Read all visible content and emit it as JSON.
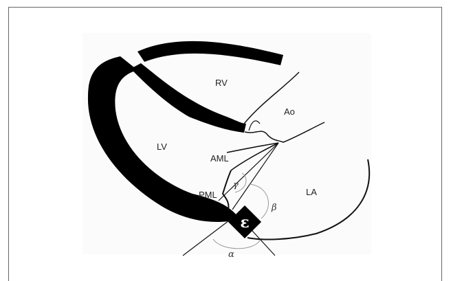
{
  "labels": {
    "rv": "RV",
    "ao": "Ao",
    "lv": "LV",
    "aml": "AML",
    "pml": "PML",
    "la": "LA"
  },
  "angles": {
    "alpha": "α",
    "beta": "β",
    "gamma": "γ",
    "epsilon": "ε"
  },
  "colors": {
    "muscle": "#000000",
    "outline": "#111111",
    "angle_arc": "#999999",
    "frame_border": "#666666"
  }
}
